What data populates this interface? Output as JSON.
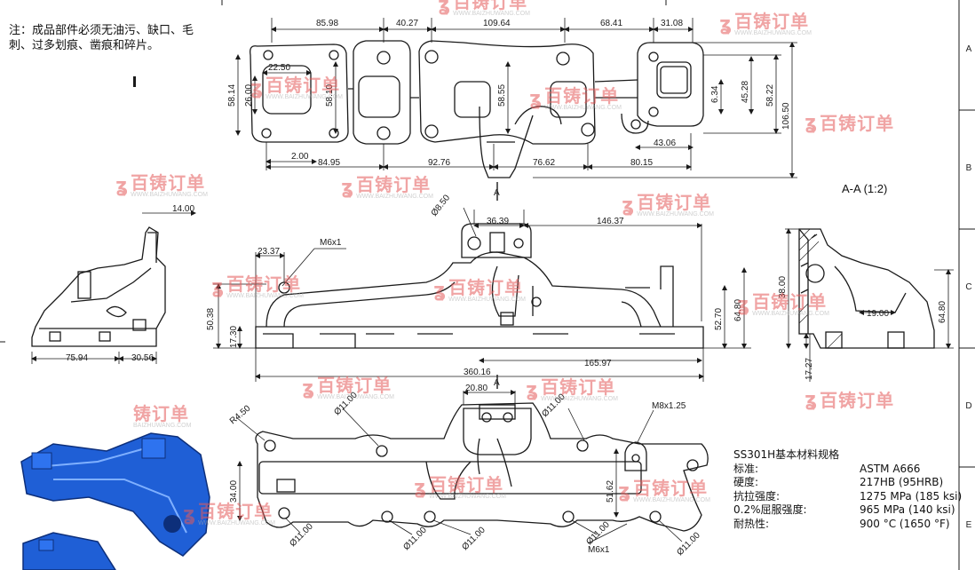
{
  "note": "注：成品部件必须无油污、缺口、毛\n刺、过多划痕、凿痕和碎片。",
  "section_title": "A-A (1:2)",
  "zones": [
    "A",
    "B",
    "C",
    "D",
    "E"
  ],
  "watermark": {
    "cn": "百铸订单",
    "url": "WWW.BAIZHUWANG.COM",
    "url_short": "BAIZHUWANG.COM",
    "cn_short": "铸订单",
    "color": "#e45a5a"
  },
  "spec": {
    "title": "SS301H基本材料规格",
    "rows": [
      {
        "k": "标准:",
        "v": "ASTM A666"
      },
      {
        "k": "硬度:",
        "v": "217HB (95HRB)"
      },
      {
        "k": "抗拉强度:",
        "v": "1275 MPa (185 ksi)"
      },
      {
        "k": "0.2%屈服强度:",
        "v": "965 MPa (140 ksi)"
      },
      {
        "k": "耐热性:",
        "v": "900 °C (1650 °F)"
      }
    ]
  },
  "dims": {
    "top_85_98": "85.98",
    "top_40_27": "40.27",
    "top_109_64": "109.64",
    "top_68_41": "68.41",
    "top_31_08": "31.08",
    "top_22_50": "22.50",
    "top_58_14": "58.14",
    "top_26_00": "26.00",
    "top_58_10": "58.10",
    "top_58_55": "58.55",
    "top_6_34": "6.34",
    "top_45_28": "45.28",
    "top_58_22": "58.22",
    "top_106_50": "106.50",
    "top_43_06": "43.06",
    "top_2_00": "2.00",
    "top_84_95": "84.95",
    "top_92_76": "92.76",
    "top_76_62": "76.62",
    "top_80_15": "80.15",
    "left_14_00": "14.00",
    "left_75_94": "75.94",
    "left_30_56": "30.56",
    "front_8_50": "Ø8.50",
    "front_36_39": "36.39",
    "front_146_37": "146.37",
    "front_m6": "M6x1",
    "front_23_37": "23.37",
    "front_50_38": "50.38",
    "front_17_30": "17.30",
    "front_52_70": "52.70",
    "front_64_80": "64.80",
    "front_165_97": "165.97",
    "front_360_16": "360.16",
    "sec_38_00": "38.00",
    "sec_64_80": "64.80",
    "sec_19_00": "19.00",
    "sec_17_27": "17.27",
    "bot_20_80": "20.80",
    "bot_r4_50": "R4.50",
    "bot_d11a": "Ø11.00",
    "bot_d11b": "Ø11.00",
    "bot_m8": "M8x1.25",
    "bot_34_00": "34.00",
    "bot_51_62": "51.62",
    "bot_d11c": "Ø11.00",
    "bot_d11d": "Ø11.00",
    "bot_d11e": "Ø11.00",
    "bot_d11f": "Ø11.00",
    "bot_d11g": "Ø11.00",
    "bot_m6": "M6x1",
    "section_a": "A"
  },
  "colors": {
    "line": "#1a1a1a",
    "render": "#1f5fd6",
    "render_dark": "#0d2f7a"
  }
}
